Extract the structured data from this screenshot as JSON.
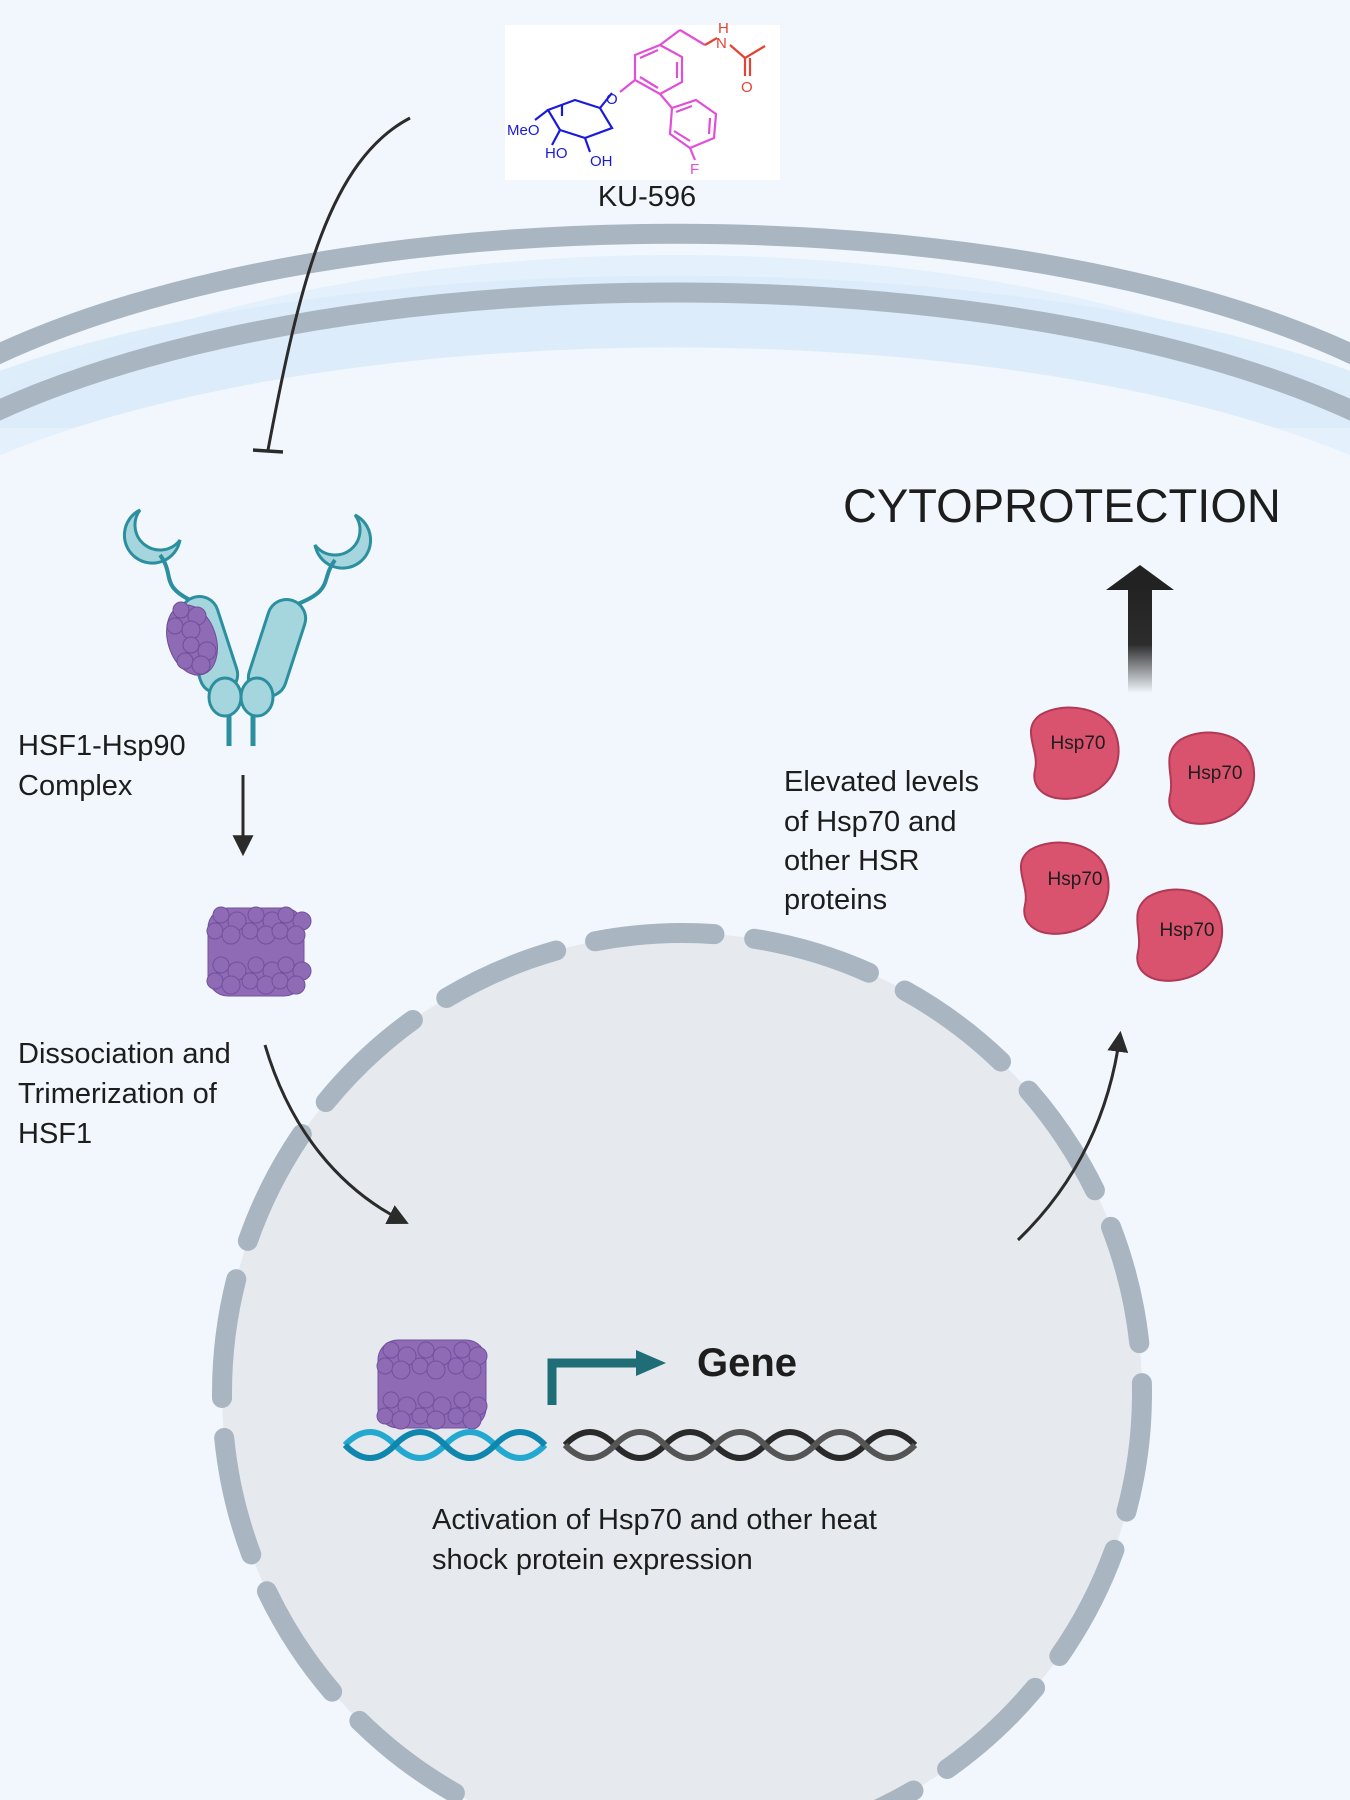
{
  "compound": {
    "name": "KU-596",
    "atoms": {
      "meo": "MeO",
      "ho": "HO",
      "oh": "OH",
      "o_ether": "O",
      "nh": "N",
      "h": "H",
      "o_carbonyl": "O",
      "f": "F"
    }
  },
  "labels": {
    "complex": [
      "HSF1-Hsp90",
      "Complex"
    ],
    "trimer": [
      "Dissociation and",
      "Trimerization of",
      "HSF1"
    ],
    "elevated": [
      "Elevated levels",
      "of Hsp70 and",
      "other HSR",
      "proteins"
    ],
    "cytoprotection": "CYTOPROTECTION",
    "gene": "Gene",
    "activation": [
      "Activation of Hsp70 and other heat",
      "shock protein expression"
    ]
  },
  "proteins": [
    {
      "label": "Hsp70"
    },
    {
      "label": "Hsp70"
    },
    {
      "label": "Hsp70"
    },
    {
      "label": "Hsp70"
    }
  ],
  "colors": {
    "background": "#f1f7fd",
    "membrane": "#a9b5c1",
    "nucleus_fill": "#e6eaee",
    "hsf1": "#a6d6dd",
    "hsf1_outline": "#2c8fa0",
    "hsp90": "#8e6bb4",
    "hsp70": "#d9536f",
    "dna_promoter": "#23a9cf",
    "dna_gene": "#2a2a2a",
    "gene_arrow": "#1f6d77",
    "chem_blue": "#1a1adb",
    "chem_pink": "#e14fd6",
    "chem_red": "#e34234"
  }
}
